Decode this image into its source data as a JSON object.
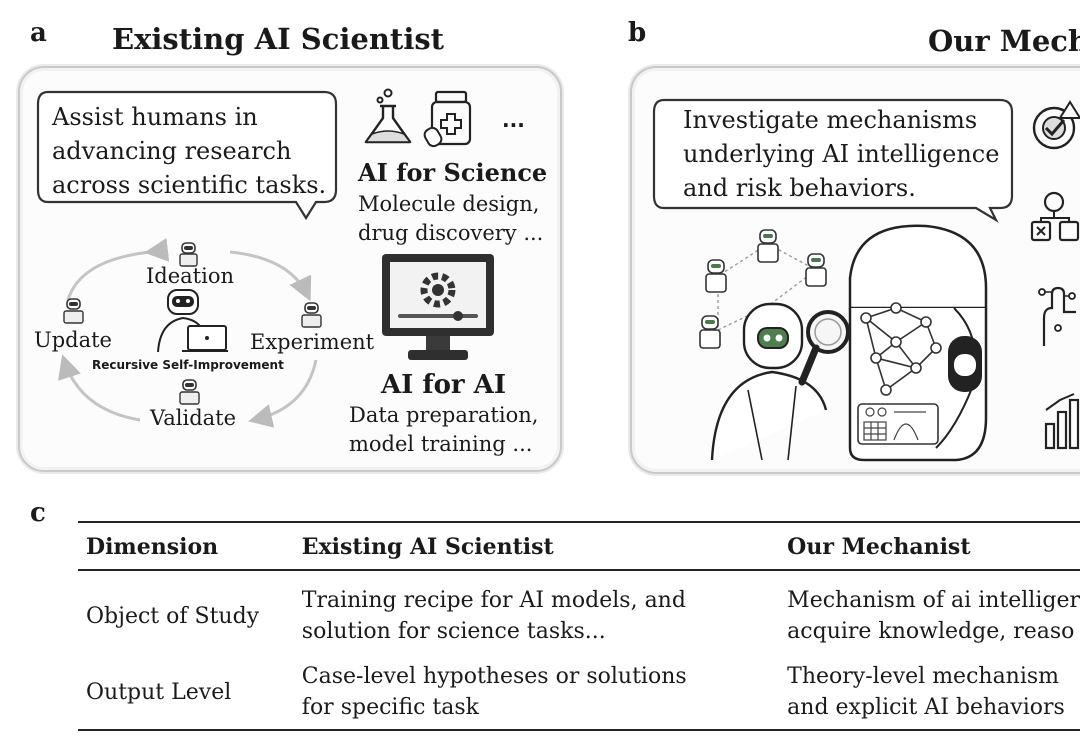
{
  "panel_a": {
    "letter": "a",
    "title": "Existing AI Scientist",
    "bubble_lines": [
      "Assist humans in",
      "advancing research",
      "across scientific tasks."
    ],
    "ellipsis": "...",
    "ai_for_science": {
      "title": "AI for Science",
      "lines": [
        "Molecule design,",
        "drug discovery ..."
      ]
    },
    "cycle": {
      "ideation": "Ideation",
      "experiment": "Experiment",
      "validate": "Validate",
      "update": "Update",
      "center_caption": "Recursive Self-Improvement"
    },
    "ai_for_ai": {
      "title": "AI for AI",
      "lines": [
        "Data preparation,",
        "model training ..."
      ]
    }
  },
  "panel_b": {
    "letter": "b",
    "title": "Our Mecha",
    "bubble_lines": [
      "Investigate mechanisms",
      "underlying AI intelligence",
      "and risk behaviors."
    ]
  },
  "panel_c": {
    "letter": "c",
    "headers": [
      "Dimension",
      "Existing AI Scientist",
      "Our Mechanist"
    ],
    "rows": [
      {
        "dimension": "Object of Study",
        "existing": [
          "Training recipe for AI models, and",
          "solution for science tasks..."
        ],
        "mechanist": [
          "Mechanism of ai intelliger",
          "acquire knowledge, reaso"
        ]
      },
      {
        "dimension": "Output Level",
        "existing": [
          "Case-level hypotheses or solutions",
          "for specific task"
        ],
        "mechanist": [
          "Theory-level mechanism",
          "and explicit AI behaviors"
        ]
      }
    ]
  },
  "icons": [
    "flask-icon",
    "medicine-bottle-icon",
    "monitor-gear-icon",
    "robot-laptop-icon",
    "robot-scientist-icon",
    "magnifier-icon",
    "brain-network-icon",
    "target-icon",
    "flowchart-icon",
    "hand-circuit-icon",
    "bar-chart-icon"
  ]
}
